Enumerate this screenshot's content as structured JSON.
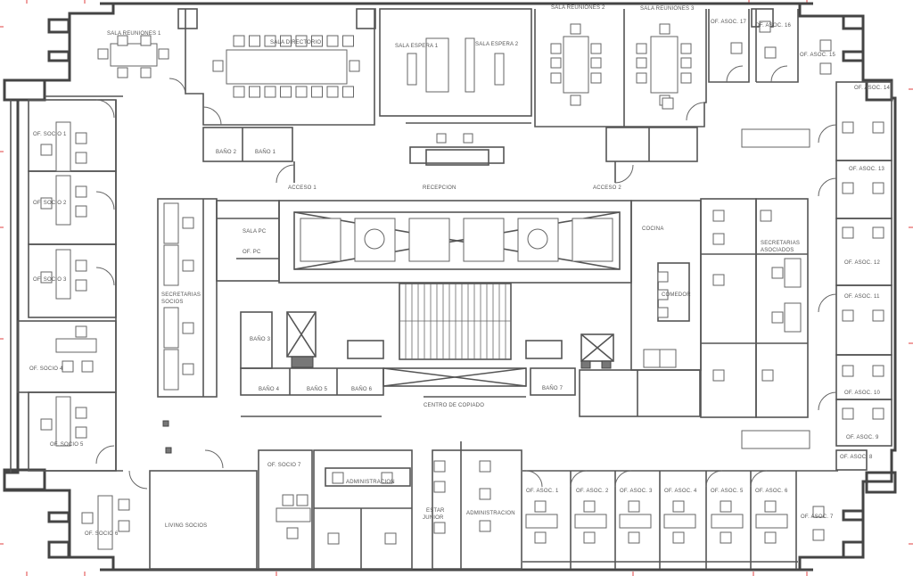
{
  "rooms": {
    "sala_reuniones_1": "SALA REUNIONES 1",
    "sala_directorio": "SALA DIRECTORIO",
    "sala_espera_1": "SALA ESPERA 1",
    "sala_espera_2": "SALA ESPERA 2",
    "sala_reuniones_2": "SALA REUNIONES 2",
    "sala_reuniones_3": "SALA REUNIONES 3",
    "bano_1": "BAÑO 1",
    "bano_2": "BAÑO 2",
    "bano_3": "BAÑO 3",
    "bano_4": "BAÑO 4",
    "bano_5": "BAÑO 5",
    "bano_6": "BAÑO 6",
    "bano_7": "BAÑO 7",
    "acceso_1": "ACCESO 1",
    "acceso_2": "ACCESO 2",
    "recepcion": "RECEPCION",
    "sala_pc": "SALA PC",
    "of_pc": "OF. PC",
    "secretarias_socios_1": "SECRETARIAS",
    "secretarias_socios_2": "SOCIOS",
    "centro_copiado": "CENTRO DE COPIADO",
    "cocina": "COCINA",
    "comedor": "COMEDOR",
    "secretarias_asociados_1": "SECRETARIAS",
    "secretarias_asociados_2": "ASOCIADOS",
    "living_socios": "LIVING SOCIOS",
    "administracion_1": "ADMINISTRACION",
    "administracion_2": "ADMINISTRACION",
    "estar_junior_1": "ESTAR",
    "estar_junior_2": "JUNIOR",
    "of_socio": [
      "OF. SOCIO 1",
      "OF. SOCIO 2",
      "OF. SOCIO 3",
      "OF. SOCIO 4",
      "OF. SOCIO 5",
      "OF. SOCIO 6",
      "OF. SOCIO 7"
    ],
    "of_asoc": [
      "OF. ASOC. 1",
      "OF. ASOC. 2",
      "OF. ASOC. 3",
      "OF. ASOC. 4",
      "OF. ASOC. 5",
      "OF. ASOC. 6",
      "OF. ASOC. 7",
      "OF. ASOC. 8",
      "OF. ASOC. 9",
      "OF. ASOC. 10",
      "OF. ASOC. 11",
      "OF. ASOC. 12",
      "OF. ASOC. 13",
      "OF. ASOC. 14",
      "OF. ASOC. 15",
      "OF. ASOC. 16",
      "OF. ASOC. 17"
    ]
  }
}
